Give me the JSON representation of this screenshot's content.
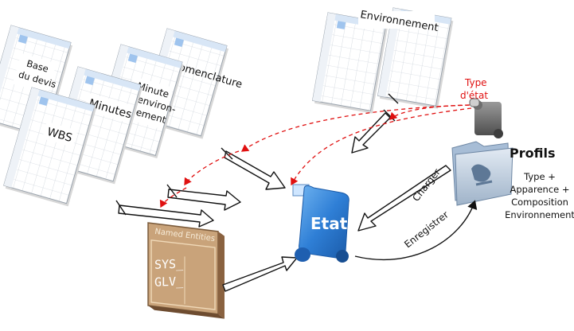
{
  "sheets": {
    "base_devis": [
      "Base",
      "du devis"
    ],
    "wbs": "WBS",
    "minutes": "Minutes",
    "minute_env": [
      "Minute",
      "d'environ-",
      "nement"
    ],
    "nomenclature": "Nomenclature",
    "environnement": "Environnement"
  },
  "type_etat": [
    "Type",
    "d'état"
  ],
  "etat": "Etat",
  "profils": {
    "title": "Profils",
    "lines": [
      "Type +",
      "Apparence +",
      "Composition",
      "Environnement"
    ]
  },
  "named_entities": {
    "title": "Named Entities",
    "lines": [
      "SYS_",
      "GLV_"
    ]
  },
  "arrows": {
    "charger": "Charger",
    "enregistrer": "Enregistrer"
  },
  "colors": {
    "red_dashed": "#e01010",
    "sheet_header": "#9fc4ee",
    "scroll_blue": "#2f7fd6",
    "board_brown": "#a07852"
  }
}
